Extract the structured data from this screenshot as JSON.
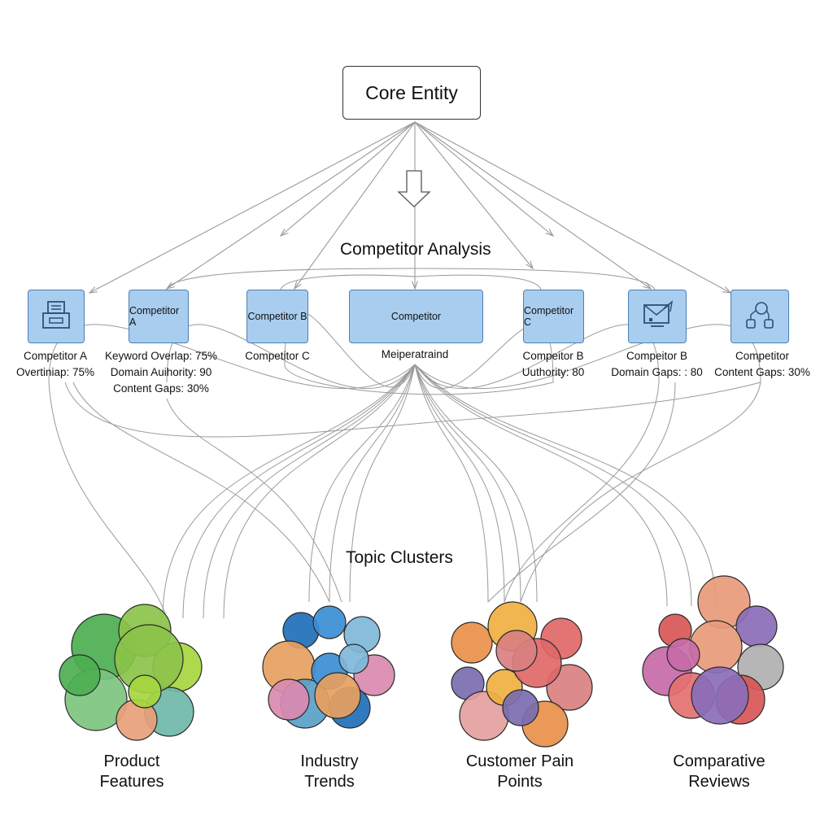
{
  "core": {
    "title": "Core Entity"
  },
  "competitor_section": {
    "heading": "Competitor Analysis"
  },
  "topic_section": {
    "heading": "Topic Clusters"
  },
  "competitor_boxes": [
    {
      "label": "",
      "icon": "document-stack-icon"
    },
    {
      "label": "Competitor A",
      "icon": ""
    },
    {
      "label": "Competitor B",
      "icon": ""
    },
    {
      "label": "Competitor",
      "icon": ""
    },
    {
      "label": "Competitor C",
      "icon": ""
    },
    {
      "label": "",
      "icon": "laptop-chart-icon"
    },
    {
      "label": "",
      "icon": "network-nodes-icon"
    }
  ],
  "captions": [
    [
      "Competitor A",
      "Overtiniap: 75%"
    ],
    [
      "Keyword Overlap: 75%",
      "Domain Auihority: 90",
      "Content Gaps: 30%"
    ],
    [
      "Competitor C"
    ],
    [
      "Meiperatraind"
    ],
    [
      "Compeitor B",
      "Uuthority: 80"
    ],
    [
      "Compeitor B",
      "Domain Gaps: : 80"
    ],
    [
      "Competitor",
      "Content Gaps: 30%"
    ]
  ],
  "clusters": [
    {
      "label_lines": [
        "Product",
        "Features"
      ],
      "colors": [
        "#4caf50",
        "#8bc34a",
        "#a5d63f",
        "#7cc47f",
        "#6fb9a8",
        "#e8a07a"
      ]
    },
    {
      "label_lines": [
        "Industry",
        "Trends"
      ],
      "colors": [
        "#1f6fb8",
        "#3b8ed4",
        "#7fb7d9",
        "#e6a060",
        "#d98ab0",
        "#5aa0c8"
      ]
    },
    {
      "label_lines": [
        "Customer Pain",
        "Points"
      ],
      "colors": [
        "#e8904a",
        "#f0b040",
        "#e06868",
        "#7a6cb0",
        "#d98080",
        "#e4a0a0"
      ]
    },
    {
      "label_lines": [
        "Comparative",
        "Reviews"
      ],
      "colors": [
        "#d95656",
        "#e89a7a",
        "#8a6cb8",
        "#c86aa8",
        "#b0b0b0",
        "#e47070"
      ]
    }
  ],
  "colors": {
    "box_fill": "#a9cdef",
    "box_stroke": "#4a7fb5",
    "line": "#9a9a9a"
  }
}
